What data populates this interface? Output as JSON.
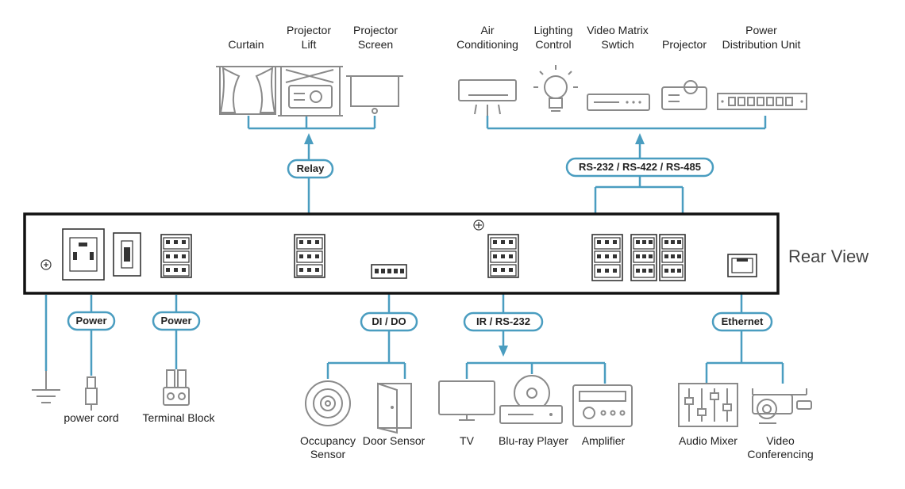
{
  "rear_view_label": "Rear View",
  "top_groups": {
    "relay": {
      "label": "Relay",
      "devices": [
        {
          "id": "curtain",
          "lines": [
            "Curtain"
          ],
          "icon": "curtain-icon"
        },
        {
          "id": "projector-lift",
          "lines": [
            "Projector",
            "Lift"
          ],
          "icon": "projector-lift-icon"
        },
        {
          "id": "projector-screen",
          "lines": [
            "Projector",
            "Screen"
          ],
          "icon": "projector-screen-icon"
        }
      ]
    },
    "serial": {
      "label": "RS-232 / RS-422 / RS-485",
      "devices": [
        {
          "id": "air-conditioning",
          "lines": [
            "Air",
            "Conditioning"
          ],
          "icon": "air-conditioner-icon"
        },
        {
          "id": "lighting-control",
          "lines": [
            "Lighting",
            "Control"
          ],
          "icon": "light-bulb-icon"
        },
        {
          "id": "video-matrix-switch",
          "lines": [
            "Video Matrix",
            "Swtich"
          ],
          "icon": "video-matrix-switch-icon"
        },
        {
          "id": "projector",
          "lines": [
            "Projector"
          ],
          "icon": "projector-icon"
        },
        {
          "id": "power-distribution-unit",
          "lines": [
            "Power",
            "Distribution Unit"
          ],
          "icon": "pdu-icon"
        }
      ]
    }
  },
  "bottom_groups": {
    "ground": {
      "devices": [
        {
          "id": "ground",
          "lines": [],
          "icon": "ground-icon"
        }
      ]
    },
    "power_cord": {
      "label": "Power",
      "devices": [
        {
          "id": "power-cord",
          "lines": [
            "power cord"
          ],
          "icon": "power-cord-icon"
        }
      ]
    },
    "terminal": {
      "label": "Power",
      "devices": [
        {
          "id": "terminal-block",
          "lines": [
            "Terminal Block"
          ],
          "icon": "terminal-block-icon"
        }
      ]
    },
    "dido": {
      "label": "DI / DO",
      "devices": [
        {
          "id": "occupancy-sensor",
          "lines": [
            "Occupancy",
            "Sensor"
          ],
          "icon": "occupancy-sensor-icon"
        },
        {
          "id": "door-sensor",
          "lines": [
            "Door Sensor"
          ],
          "icon": "door-icon"
        }
      ]
    },
    "ir": {
      "label": "IR / RS-232",
      "devices": [
        {
          "id": "tv",
          "lines": [
            "TV"
          ],
          "icon": "tv-icon"
        },
        {
          "id": "bluray-player",
          "lines": [
            "Blu-ray Player"
          ],
          "icon": "bluray-player-icon"
        },
        {
          "id": "amplifier",
          "lines": [
            "Amplifier"
          ],
          "icon": "amplifier-icon"
        }
      ]
    },
    "ethernet": {
      "label": "Ethernet",
      "devices": [
        {
          "id": "audio-mixer",
          "lines": [
            "Audio Mixer"
          ],
          "icon": "audio-mixer-icon"
        },
        {
          "id": "video-conferencing",
          "lines": [
            "Video",
            "Conferencing"
          ],
          "icon": "video-camera-icon"
        }
      ]
    }
  },
  "colors": {
    "wire": "#4a9dc0",
    "icon": "#8a8a8a",
    "device": "#333333",
    "text": "#222222"
  }
}
